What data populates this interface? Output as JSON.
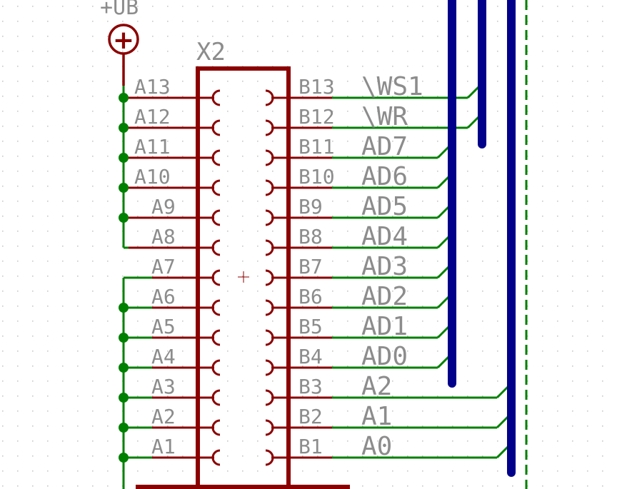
{
  "power_symbol": {
    "label": "+UB",
    "glyph": "+"
  },
  "connector": {
    "designator": "X2",
    "left_pins": [
      "A13",
      "A12",
      "A11",
      "A10",
      "A9",
      "A8",
      "A7",
      "A6",
      "A5",
      "A4",
      "A3",
      "A2",
      "A1"
    ],
    "right_pins": [
      "B13",
      "B12",
      "B11",
      "B10",
      "B9",
      "B8",
      "B7",
      "B6",
      "B5",
      "B4",
      "B3",
      "B2",
      "B1"
    ]
  },
  "signals": [
    "\\WS1",
    "\\WR",
    "AD7",
    "AD6",
    "AD5",
    "AD4",
    "AD3",
    "AD2",
    "AD1",
    "AD0",
    "A2",
    "A1",
    "A0"
  ],
  "colors": {
    "part": "#8b0000",
    "net": "#008000",
    "bus": "#00008b",
    "text": "#8c8c8c",
    "grid": "#c8c8c8"
  }
}
